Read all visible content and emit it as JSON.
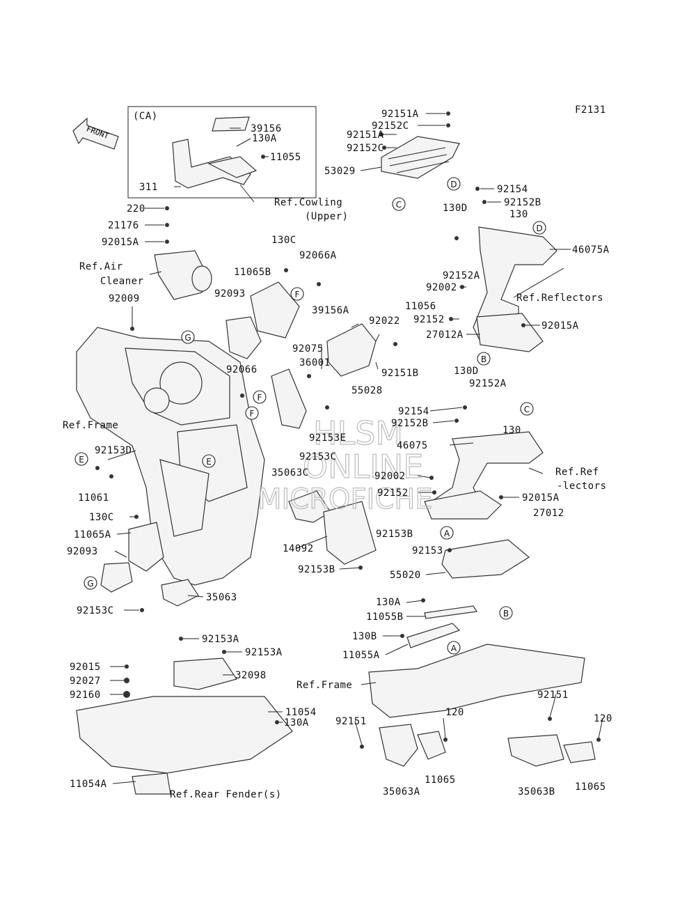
{
  "figure_code": "F2131",
  "front_arrow_text": "FRONT",
  "inset_label": "(CA)",
  "watermark": {
    "line1": "HLSM",
    "line2": "ONLINE",
    "line3": "MICROFICHE"
  },
  "callout_letters": [
    "A",
    "B",
    "C",
    "D",
    "E",
    "F",
    "G"
  ],
  "part_labels": {
    "p39156": "39156",
    "p130A_ca": "130A",
    "p11055_ca": "11055",
    "p311": "311",
    "ref_cowling_1": "Ref.Cowling",
    "ref_cowling_2": "(Upper)",
    "p220": "220",
    "p21176": "21176",
    "p92015A_l": "92015A",
    "ref_air_1": "Ref.Air",
    "ref_air_2": "Cleaner",
    "p92009": "92009",
    "ref_frame_l": "Ref.Frame",
    "p92153D": "92153D",
    "p11061": "11061",
    "p130C_top": "130C",
    "p11065B": "11065B",
    "p92093_top": "92093",
    "p92066A": "92066A",
    "p39156A": "39156A",
    "p92022": "92022",
    "p92075": "92075",
    "p36001": "36001",
    "p92066": "92066",
    "p92151B": "92151B",
    "p55028": "55028",
    "p92153E": "92153E",
    "p92153C_mid": "92153C",
    "p35063C": "35063C",
    "p130C_bot": "130C",
    "p11065A": "11065A",
    "p92093_bot": "92093",
    "p14092": "14092",
    "p92153B_l": "92153B",
    "p35063": "35063",
    "p92153C_bot": "92153C",
    "p92151A_1": "92151A",
    "p92152C_1": "92152C",
    "p92151A_2": "92151A",
    "p92152C_2": "92152C",
    "p53029": "53029",
    "p92154_top": "92154",
    "p92152B_top": "92152B",
    "p130D_top": "130D",
    "p130_top": "130",
    "p46075A": "46075A",
    "p92152A_top": "92152A",
    "ref_reflectors_1": "Ref.Reflectors",
    "p92002_top": "92002",
    "p11056": "11056",
    "p92152_top": "92152",
    "p92015A_r1": "92015A",
    "p27012A": "27012A",
    "p130D_mid": "130D",
    "p92152A_mid": "92152A",
    "p92154_mid": "92154",
    "p92152B_mid": "92152B",
    "p130_mid": "130",
    "p46075": "46075",
    "ref_ref_1": "Ref.Ref",
    "ref_ref_2": "-lectors",
    "p92002_mid": "92002",
    "p92152_mid": "92152",
    "p92015A_r2": "92015A",
    "p27012": "27012",
    "p92153B_r": "92153B",
    "p92153": "92153",
    "p55020": "55020",
    "p130A_r": "130A",
    "p11055B": "11055B",
    "p130B": "130B",
    "p11055A": "11055A",
    "ref_frame_r": "Ref.Frame",
    "p92151_l": "92151",
    "p120_l": "120",
    "p92151_r": "92151",
    "p120_r": "120",
    "p35063A": "35063A",
    "p11065_l": "11065",
    "p35063B": "35063B",
    "p11065_r": "11065",
    "p92153A_1": "92153A",
    "p92153A_2": "92153A",
    "p32098": "32098",
    "p92015": "92015",
    "p92027": "92027",
    "p92160": "92160",
    "p11054": "11054",
    "p130A_bot": "130A",
    "p11054A": "11054A",
    "ref_rear_fender": "Ref.Rear Fender(s)"
  }
}
